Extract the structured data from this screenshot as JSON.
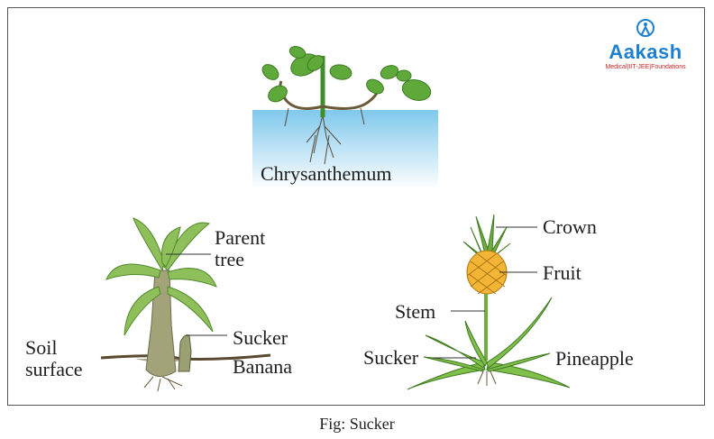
{
  "logo": {
    "wordmark": "Aakash",
    "tagline": "Medical|IIT-JEE|Foundations"
  },
  "plants": {
    "chrysanthemum": {
      "name": "Chrysanthemum"
    },
    "banana": {
      "parent_tree": "Parent tree",
      "soil_surface": "Soil surface",
      "sucker": "Sucker",
      "name": "Banana"
    },
    "pineapple": {
      "crown": "Crown",
      "fruit": "Fruit",
      "stem": "Stem",
      "sucker": "Sucker",
      "name": "Pineapple"
    }
  },
  "caption": "Fig: Sucker",
  "colors": {
    "leaf": "#8fbf5a",
    "leaf_dark": "#4f8a2b",
    "water_top": "#7fc8ec",
    "trunk": "#a3a37a",
    "pineapple_fruit": "#f2b535",
    "logo_blue": "#1e7fd0",
    "logo_red": "#c62828"
  }
}
